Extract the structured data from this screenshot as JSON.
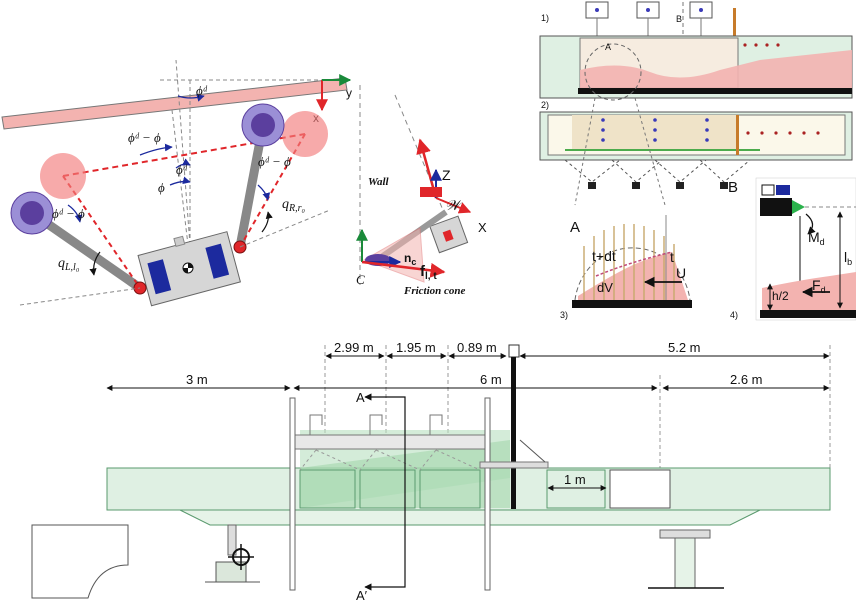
{
  "robot": {
    "phi_d_top": "ϕᵈ",
    "phi_d_minus_phi": "ϕᵈ − ϕ",
    "phi": "ϕ",
    "phi_d": "ϕᵈ",
    "phi_d_minus_phi_left": "ϕᵈ − ϕ",
    "phi_d_minus_phi_right": "ϕᵈ − ϕ",
    "q_left": "q",
    "q_left_sub": "L,l₀",
    "q_right": "q",
    "q_right_sub": "R,r₀",
    "axis_x": "x",
    "axis_y": "y"
  },
  "wall": {
    "wall_label": "Wall",
    "z_label": "Z",
    "w_label": "𝒲",
    "x_label": "X",
    "n_label": "n",
    "n_sub": "c",
    "f_label": "f",
    "f_sub": "l, t",
    "c_label": "C",
    "friction_cone": "Friction cone"
  },
  "tank_panels": {
    "panel1": "1)",
    "panel2": "2)",
    "label_A_small": "A",
    "label_B_small": "B"
  },
  "detail_A": {
    "title": "A",
    "t_dt": "t+dt",
    "t": "t",
    "U": "U",
    "dV": "dV",
    "panel": "3)"
  },
  "detail_B": {
    "title": "B",
    "Md": "M",
    "Md_sub": "d",
    "lb": "l",
    "lb_sub": "b",
    "Fd": "F",
    "Fd_sub": "d",
    "h2": "h/2",
    "panel": "4)"
  },
  "flume": {
    "dim_299": "2.99 m",
    "dim_195": "1.95 m",
    "dim_089": "0.89 m",
    "dim_52": "5.2 m",
    "dim_3": "3 m",
    "dim_6": "6 m",
    "dim_26": "2.6 m",
    "dim_1": "1 m",
    "section_A": "A",
    "section_A_prime": "A′"
  },
  "colors": {
    "salmon": "#f3b3b0",
    "pink": "#f8d5d2",
    "green_fill": "#dff0e3",
    "green_line": "#5a9a6e",
    "purple": "#5b3f9e",
    "blue": "#1c2a9e",
    "red": "#e0262a",
    "gray": "#bdbdbd",
    "orange": "#c77b2a"
  }
}
